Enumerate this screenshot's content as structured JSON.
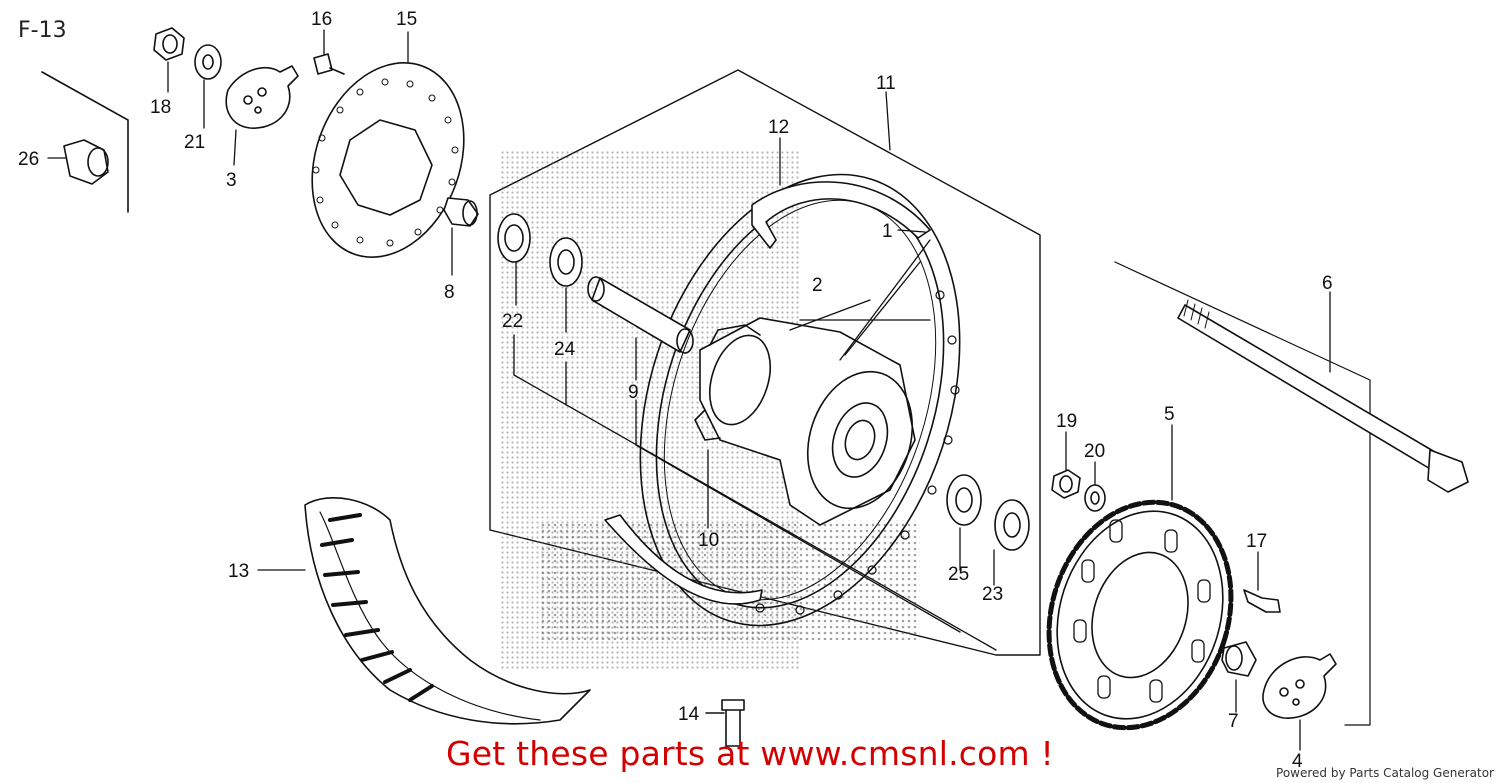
{
  "page_code": "F-13",
  "part_labels": [
    {
      "key": "1",
      "text": "1"
    },
    {
      "key": "2",
      "text": "2"
    },
    {
      "key": "3",
      "text": "3"
    },
    {
      "key": "4",
      "text": "4"
    },
    {
      "key": "5",
      "text": "5"
    },
    {
      "key": "6",
      "text": "6"
    },
    {
      "key": "7",
      "text": "7"
    },
    {
      "key": "8",
      "text": "8"
    },
    {
      "key": "9",
      "text": "9"
    },
    {
      "key": "10",
      "text": "10"
    },
    {
      "key": "11",
      "text": "11"
    },
    {
      "key": "12",
      "text": "12"
    },
    {
      "key": "13",
      "text": "13"
    },
    {
      "key": "14",
      "text": "14"
    },
    {
      "key": "15",
      "text": "15"
    },
    {
      "key": "16",
      "text": "16"
    },
    {
      "key": "17",
      "text": "17"
    },
    {
      "key": "18",
      "text": "18"
    },
    {
      "key": "19",
      "text": "19"
    },
    {
      "key": "20",
      "text": "20"
    },
    {
      "key": "21",
      "text": "21"
    },
    {
      "key": "22",
      "text": "22"
    },
    {
      "key": "23",
      "text": "23"
    },
    {
      "key": "24",
      "text": "24"
    },
    {
      "key": "25",
      "text": "25"
    },
    {
      "key": "26",
      "text": "26"
    }
  ],
  "banner": "Get these parts at www.cmsnl.com !",
  "credit": "Powered by Parts Catalog Generator",
  "colors": {
    "banner": "#d40000",
    "line": "#111111"
  }
}
